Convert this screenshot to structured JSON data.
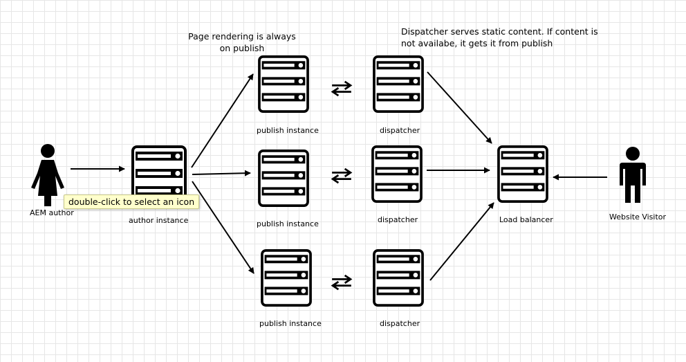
{
  "notes": {
    "rendering": "Page rendering is always on publish",
    "dispatcher": "Dispatcher serves static content. If content is not availabe, it gets it from publish"
  },
  "labels": {
    "aem_author": "AEM author",
    "author_instance": "author instance",
    "publish_1": "publish instance",
    "publish_2": "publish instance",
    "publish_3": "publish instance",
    "dispatcher_1": "dispatcher",
    "dispatcher_2": "dispatcher",
    "dispatcher_3": "dispatcher",
    "load_balancer": "Load balancer",
    "website_visitor": "Website Visitor"
  },
  "tooltip": "double-click to select an icon",
  "colors": {
    "ink": "#000000",
    "grid": "#e6e6e6",
    "tooltip_bg": "#ffffcc"
  },
  "icons": {
    "author": "female-user-icon",
    "visitor": "male-user-icon",
    "server": "server-rack-icon",
    "sync": "bidirectional-arrows-icon"
  }
}
